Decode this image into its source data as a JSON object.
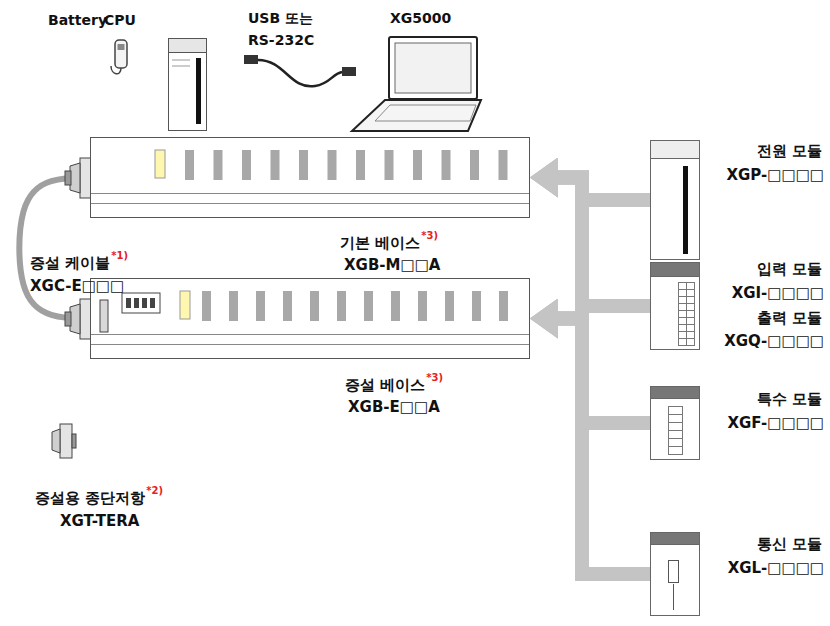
{
  "diagram": {
    "nodes": [
      {
        "text": [
          "기본 베이스",
          "*3)",
          "XGB-M□□A"
        ]
      },
      {
        "text": [
          "증설 베이스",
          "*3)",
          "XGB-E□□A"
        ]
      },
      {
        "text": [
          "전원 모듈",
          "XGP-□□□□"
        ]
      },
      {
        "text": [
          "입력 모듈",
          "XGI-□□□□",
          "출력 모듈",
          "XGQ-□□□□"
        ]
      },
      {
        "text": [
          "특수 모듈",
          "XGF-□□□□"
        ]
      },
      {
        "text": [
          "통신 모듈",
          "XGL-□□□□"
        ]
      }
    ],
    "edges": [
      {
        "from": 0,
        "to": 1,
        "arrow": "none"
      },
      {
        "from": 2,
        "to": 0,
        "arrow": "to"
      },
      {
        "from": 2,
        "to": 1,
        "arrow": "to"
      },
      {
        "from": 3,
        "to": 0,
        "arrow": "to"
      },
      {
        "from": 3,
        "to": 1,
        "arrow": "to"
      },
      {
        "from": 4,
        "to": 0,
        "arrow": "to"
      },
      {
        "from": 4,
        "to": 1,
        "arrow": "to"
      },
      {
        "from": 5,
        "to": 0,
        "arrow": "to"
      },
      {
        "from": 5,
        "to": 1,
        "arrow": "to"
      }
    ],
    "labels": [
      "Battery",
      "CPU",
      "USB 또는 RS-232C",
      "XG5000",
      "증설 케이블",
      "*1)",
      "XGC-E□□□",
      "증설용 종단저항",
      "*2)",
      "XGT-TERA"
    ]
  }
}
